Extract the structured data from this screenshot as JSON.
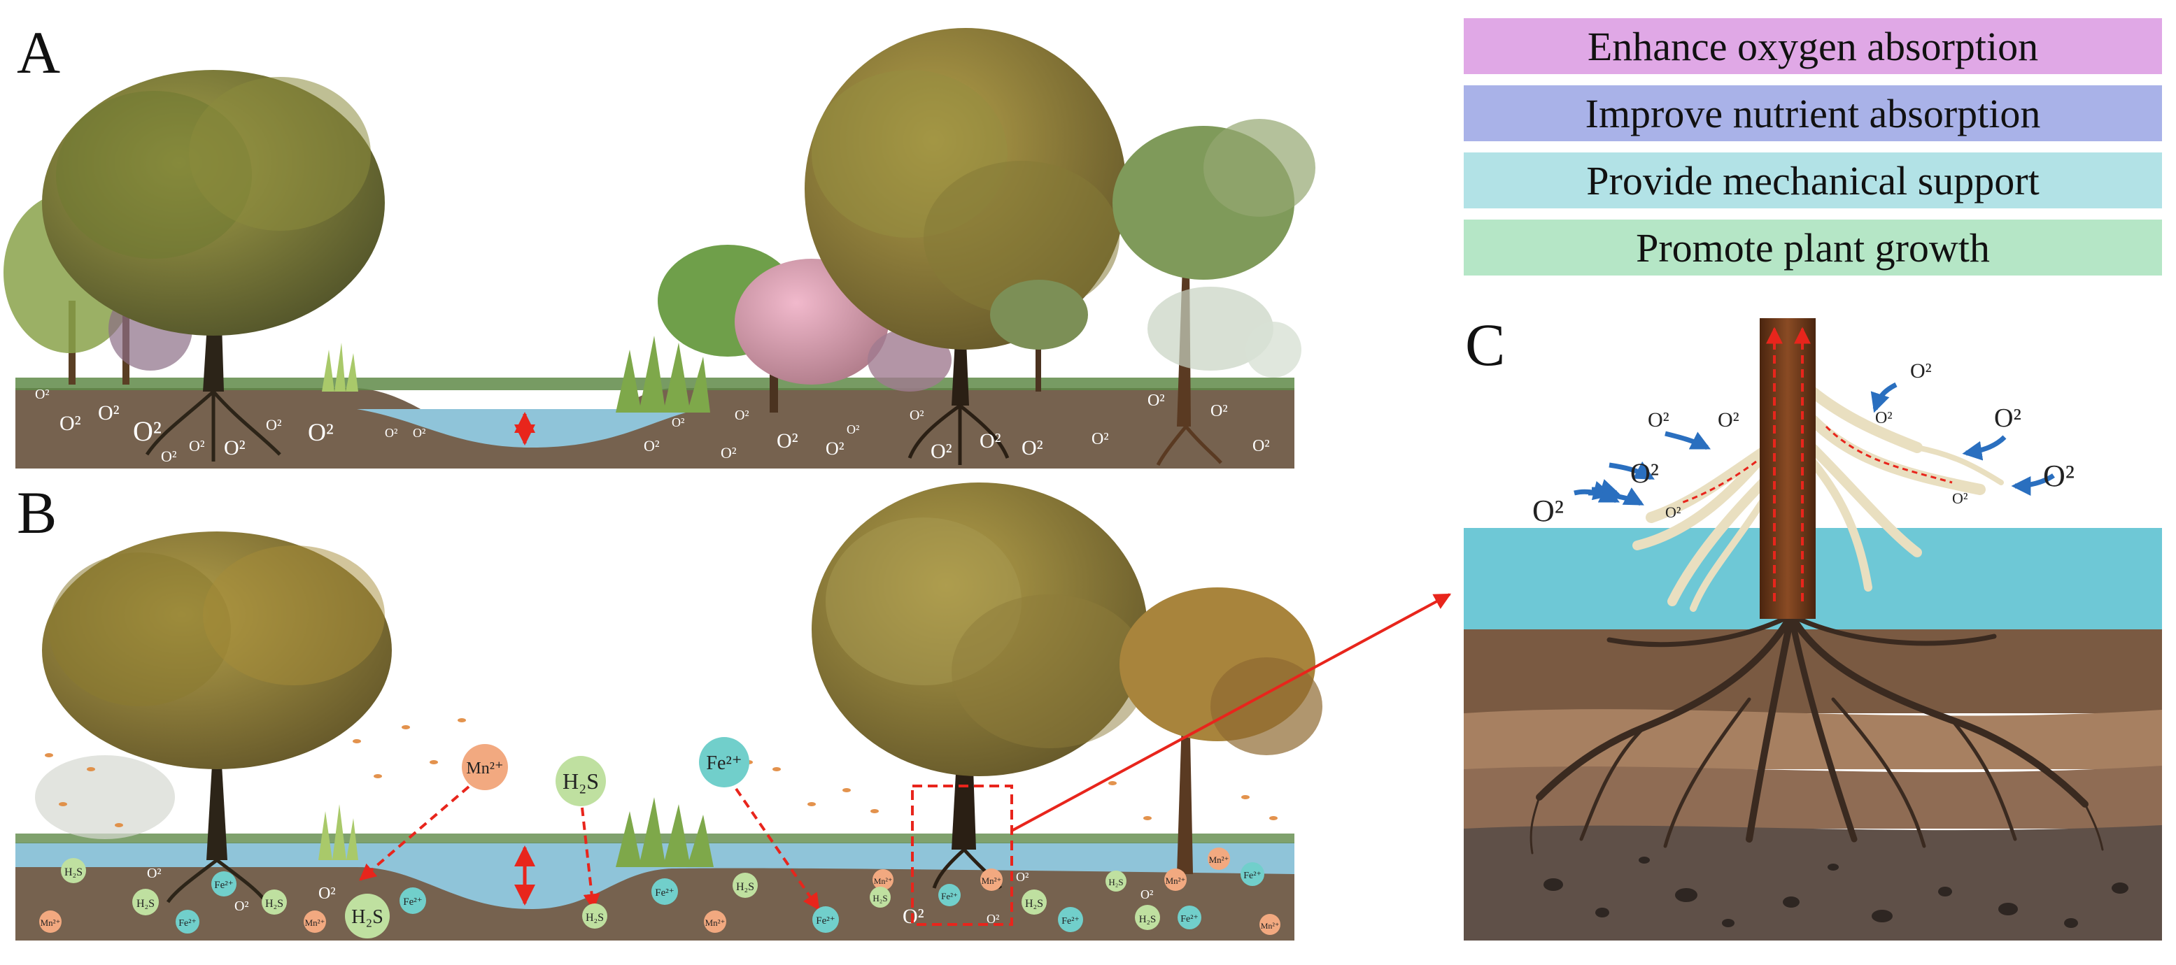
{
  "panels": {
    "a": "A",
    "b": "B",
    "c": "C"
  },
  "legend": [
    {
      "label": "Enhance oxygen absorption",
      "color": "#e0a8e6"
    },
    {
      "label": "Improve nutrient absorption",
      "color": "#a9b2e8"
    },
    {
      "label": "Provide mechanical support",
      "color": "#b2e2e6"
    },
    {
      "label": "Promote plant growth",
      "color": "#b5e6c6"
    }
  ],
  "labels": {
    "o2": "O²",
    "mn": "Mn²⁺",
    "h2s": "H₂S",
    "fe": "Fe²⁺"
  },
  "colors": {
    "soil": "#76624f",
    "water": "#8fc4d9",
    "water_c": "#6ec8d6",
    "mn_bubble": "#f2a980",
    "h2s_bubble": "#bfe0a0",
    "fe_bubble": "#71cfcb",
    "arrow_red": "#e8251c",
    "arrow_blue": "#2a6fbf",
    "trunk": "#6e3b1e",
    "root_pale": "#e9dfc0"
  }
}
